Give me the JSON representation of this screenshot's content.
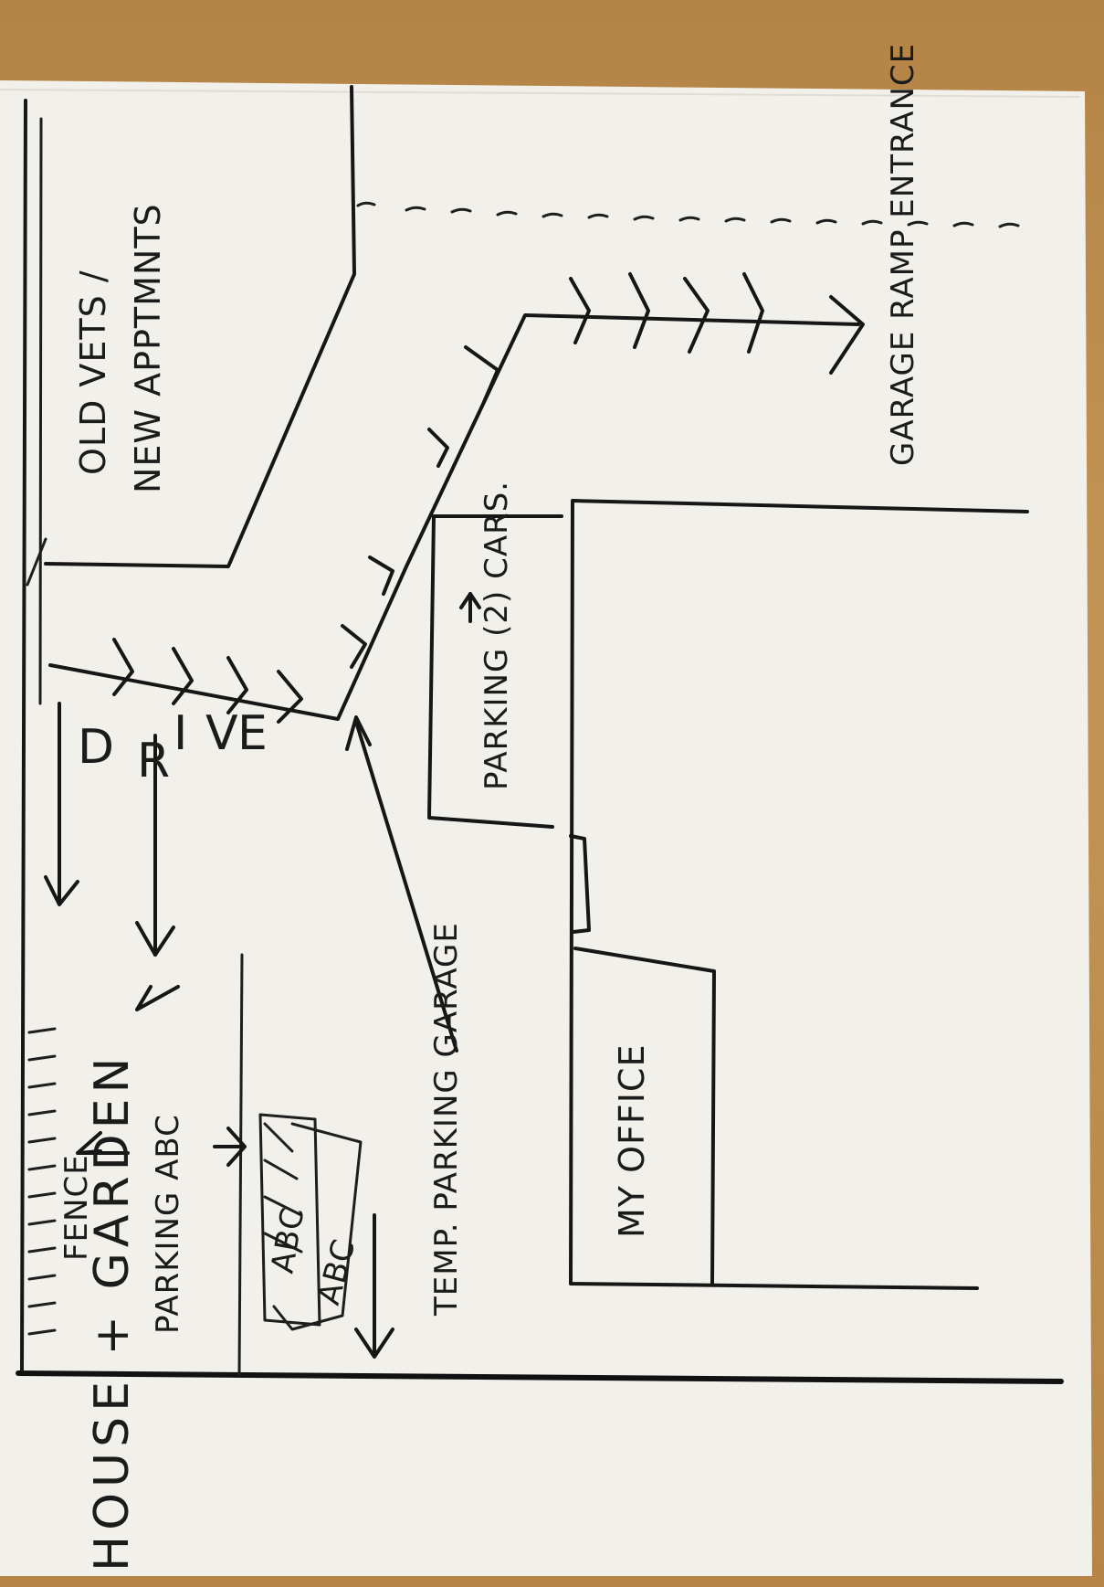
{
  "labels": {
    "old_vets": "OLD VETS /",
    "new_apartments": "NEW APPTMNTS",
    "fence": "FENCE",
    "parking_abc": "PARKING ABC",
    "abc_box_1": "ABC",
    "abc_box_2": "ABC",
    "drive_letters": [
      "D",
      "R",
      "I",
      "V",
      "E"
    ],
    "temp_parking_garage": "TEMP. PARKING GARAGE",
    "parking_2_cars": "PARKING (2) CARS.",
    "my_office": "MY OFFICE",
    "garage_ramp_entrance": "GARAGE RAMP ENTRANCE",
    "house_garden": "HOUSE + GARDEN"
  },
  "colors": {
    "ink": "#161616",
    "paper": "#f4f2ec",
    "table": "#b98a4e"
  }
}
